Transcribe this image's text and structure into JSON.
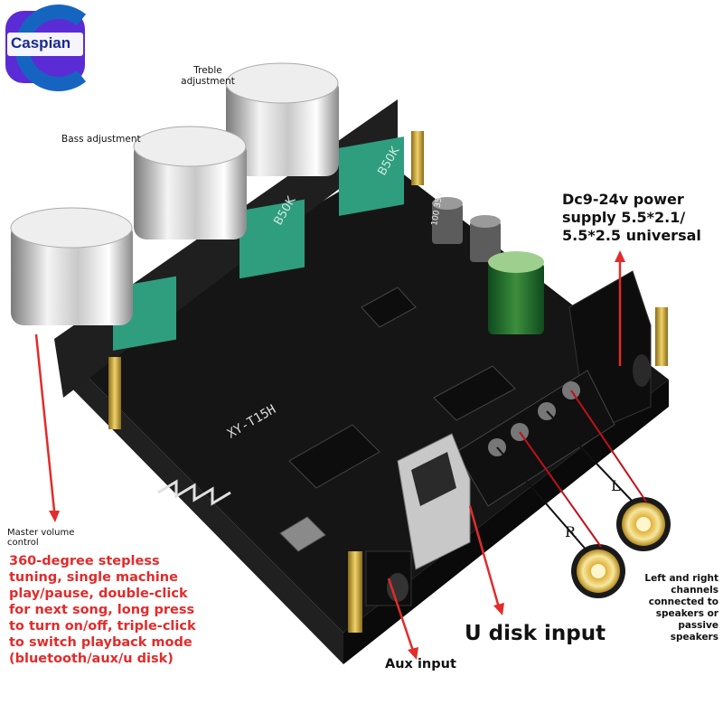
{
  "logo": {
    "brand": "Caspian"
  },
  "labels": {
    "treble": "Treble adjustment",
    "bass": "Bass adjustment",
    "power": "Dc9-24v power supply 5.5*2.1/ 5.5*2.5 universal",
    "master_volume": "Master volume control",
    "tuning_desc": "360-degree stepless tuning, single machine play/pause, double-click for next song, long press to turn on/off, triple-click to switch playback mode (bluetooth/aux/u disk)",
    "aux_input": "Aux input",
    "u_disk_input": "U disk input",
    "speakers": "Left and right channels connected to speakers or passive speakers",
    "channel_r": "R",
    "channel_l": "L"
  },
  "board": {
    "model": "XY-T15H",
    "pot_marking": "B50K",
    "cap_marking": "100 35V"
  },
  "colors": {
    "accent_red": "#e32b2b",
    "board": "#1c1c1c",
    "pot_green": "#2e9e7e",
    "logo_blue": "#1a2a8c"
  }
}
